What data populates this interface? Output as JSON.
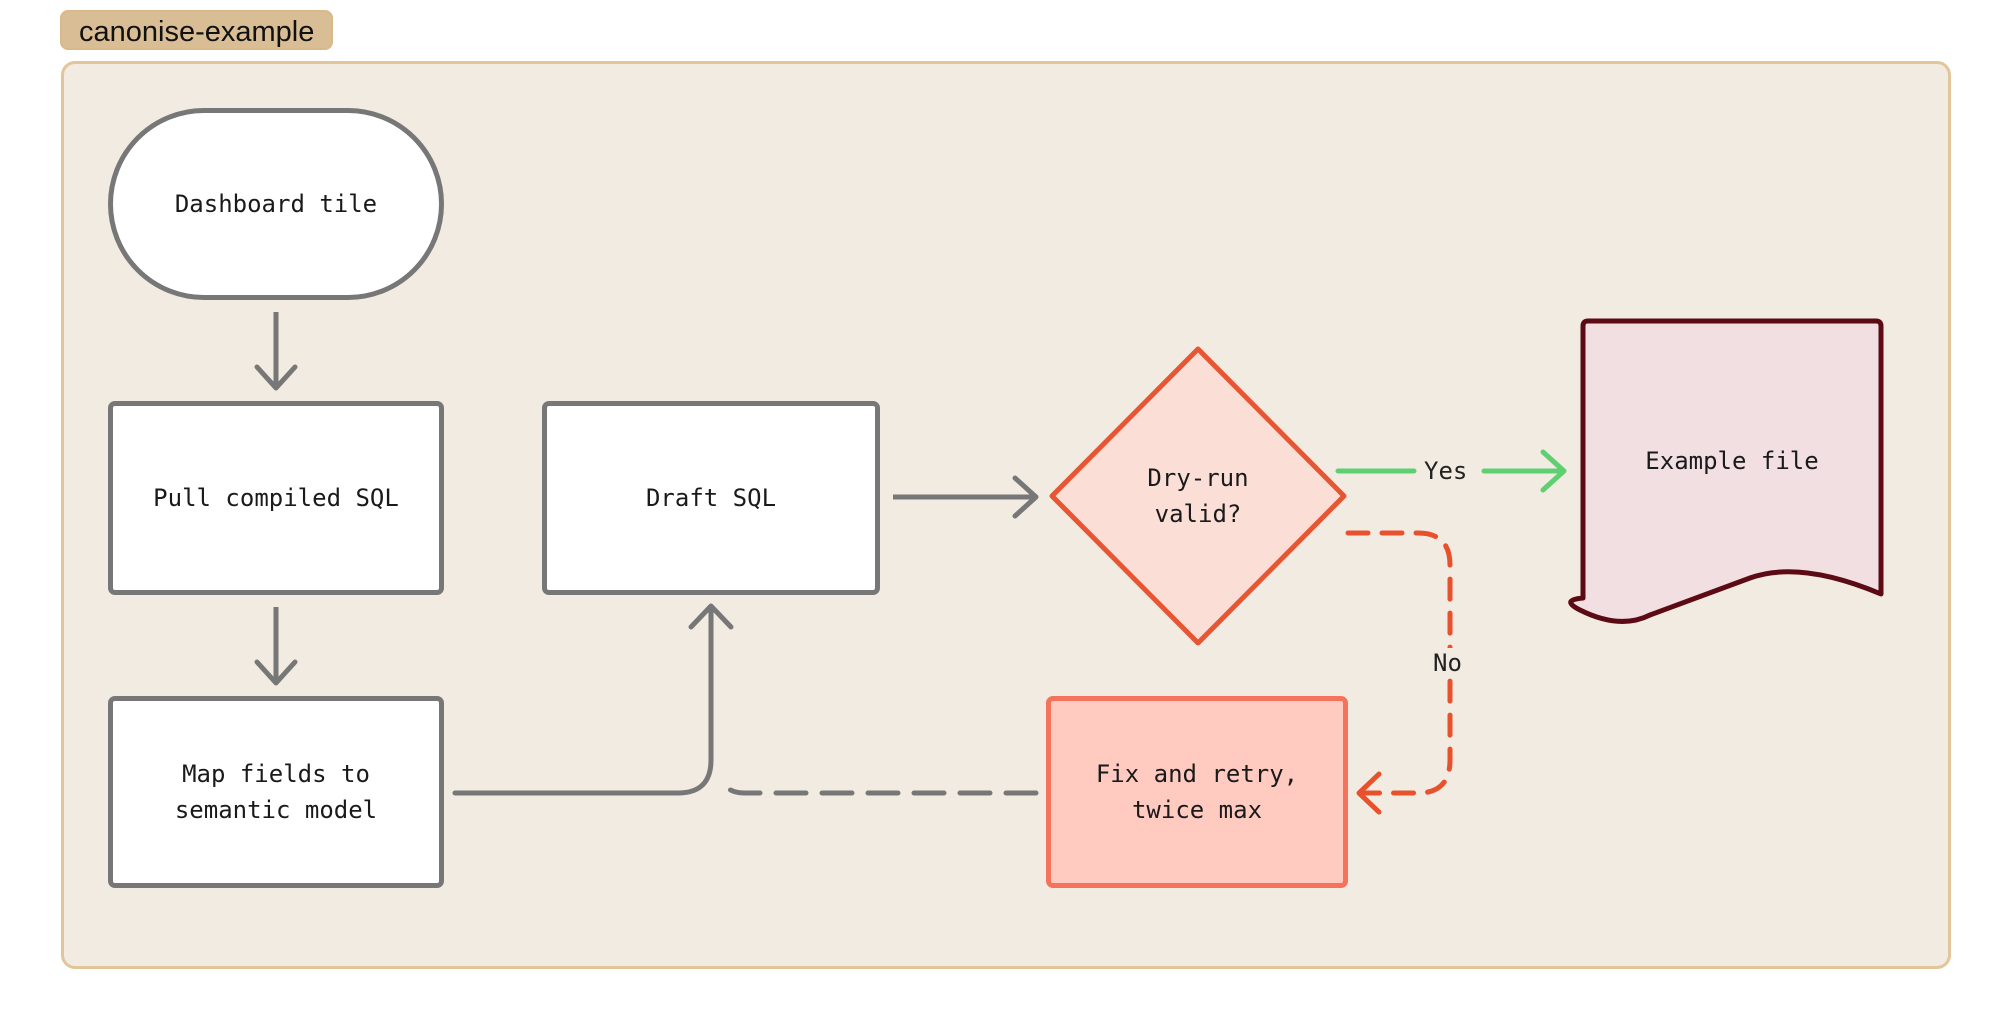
{
  "group": {
    "title": "canonise-example"
  },
  "nodes": {
    "dashboard_tile": "Dashboard tile",
    "pull_compiled_sql": "Pull compiled SQL",
    "map_fields": "Map fields to\nsemantic model",
    "draft_sql": "Draft SQL",
    "dry_run_valid": "Dry-run\nvalid?",
    "example_file": "Example file",
    "fix_and_retry": "Fix and retry,\ntwice max"
  },
  "edges": {
    "yes_label": "Yes",
    "no_label": "No"
  },
  "colors": {
    "neutral_stroke": "#777777",
    "container_fill": "#f2ebe1",
    "container_border": "#e3c59c",
    "label_fill": "#d9bd94",
    "decision_fill": "#fbdfd6",
    "decision_stroke": "#e85533",
    "fix_fill": "#ffcac0",
    "fix_stroke": "#f5735a",
    "yes_stroke": "#5fd071",
    "no_stroke": "#e8512b",
    "document_fill": "#f1dfe2",
    "document_stroke": "#5c0b15"
  }
}
